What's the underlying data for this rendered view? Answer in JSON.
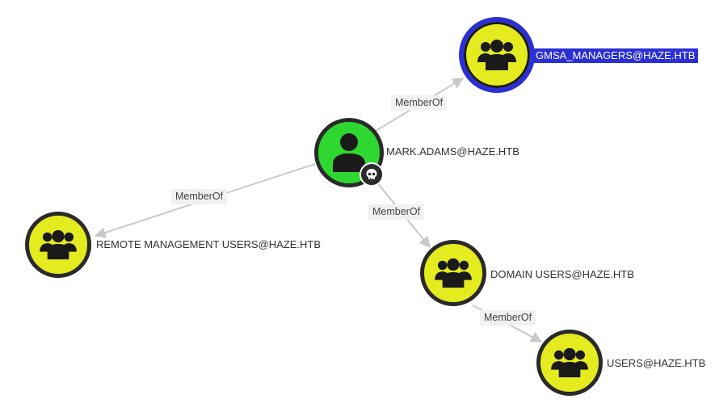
{
  "colors": {
    "group_fill": "#e4eb1f",
    "user_fill": "#2ed830",
    "node_border": "#2a2a2a",
    "selected_border": "#2a2fd6",
    "selected_label_bg": "#2a2fd6",
    "edge": "#c9c9c9",
    "icon": "#1a1a1a"
  },
  "nodes": {
    "gmsa": {
      "label": "GMSA_MANAGERS@HAZE.HTB",
      "type": "group",
      "selected": true,
      "icon": "group-icon"
    },
    "mark": {
      "label": "MARK.ADAMS@HAZE.HTB",
      "type": "user",
      "icon": "user-icon",
      "badge": "skull-icon"
    },
    "remote": {
      "label": "REMOTE MANAGEMENT USERS@HAZE.HTB",
      "type": "group",
      "icon": "group-icon"
    },
    "domain": {
      "label": "DOMAIN USERS@HAZE.HTB",
      "type": "group",
      "icon": "group-icon"
    },
    "users": {
      "label": "USERS@HAZE.HTB",
      "type": "group",
      "icon": "group-icon"
    }
  },
  "edges": [
    {
      "from": "MARK.ADAMS@HAZE.HTB",
      "to": "GMSA_MANAGERS@HAZE.HTB",
      "label": "MemberOf"
    },
    {
      "from": "MARK.ADAMS@HAZE.HTB",
      "to": "REMOTE MANAGEMENT USERS@HAZE.HTB",
      "label": "MemberOf"
    },
    {
      "from": "MARK.ADAMS@HAZE.HTB",
      "to": "DOMAIN USERS@HAZE.HTB",
      "label": "MemberOf"
    },
    {
      "from": "DOMAIN USERS@HAZE.HTB",
      "to": "USERS@HAZE.HTB",
      "label": "MemberOf"
    }
  ]
}
